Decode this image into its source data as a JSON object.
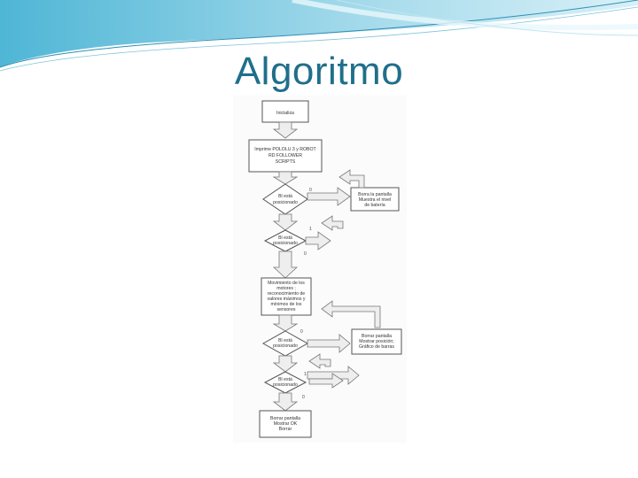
{
  "slide": {
    "title": "Algoritmo"
  },
  "flowchart": {
    "nodes": {
      "start": "Inicializa",
      "print": [
        "Imprime POLOLU 3 y ROBOT",
        "RD FOLLOWER",
        "SCRIPTS"
      ],
      "decision1": [
        "Bl está",
        "posicionado"
      ],
      "screen1": [
        "Borra la pantalla",
        "Muestra el nivel",
        "de batería"
      ],
      "decision2": [
        "Bl está",
        "posicionado"
      ],
      "motors": [
        "Movimiento de los",
        "motores ;",
        "reconocimiento de",
        "valores máximos y",
        "mínimos de los",
        "sensores"
      ],
      "decision3": [
        "Bl está",
        "posicionado"
      ],
      "screen2": [
        "Borrar pantalla",
        "Mostrar posición;",
        "Gráfico de barras"
      ],
      "decision4": [
        "Bl está",
        "posicionado"
      ],
      "end": [
        "Borrar pantalla",
        "Mostrar OK",
        "Borrar"
      ]
    },
    "edge_labels": {
      "d1_side": "0",
      "d1_down": "1",
      "d2_down": "0",
      "d3_side": "0",
      "d3_down": "1",
      "d4_down": "0"
    }
  }
}
